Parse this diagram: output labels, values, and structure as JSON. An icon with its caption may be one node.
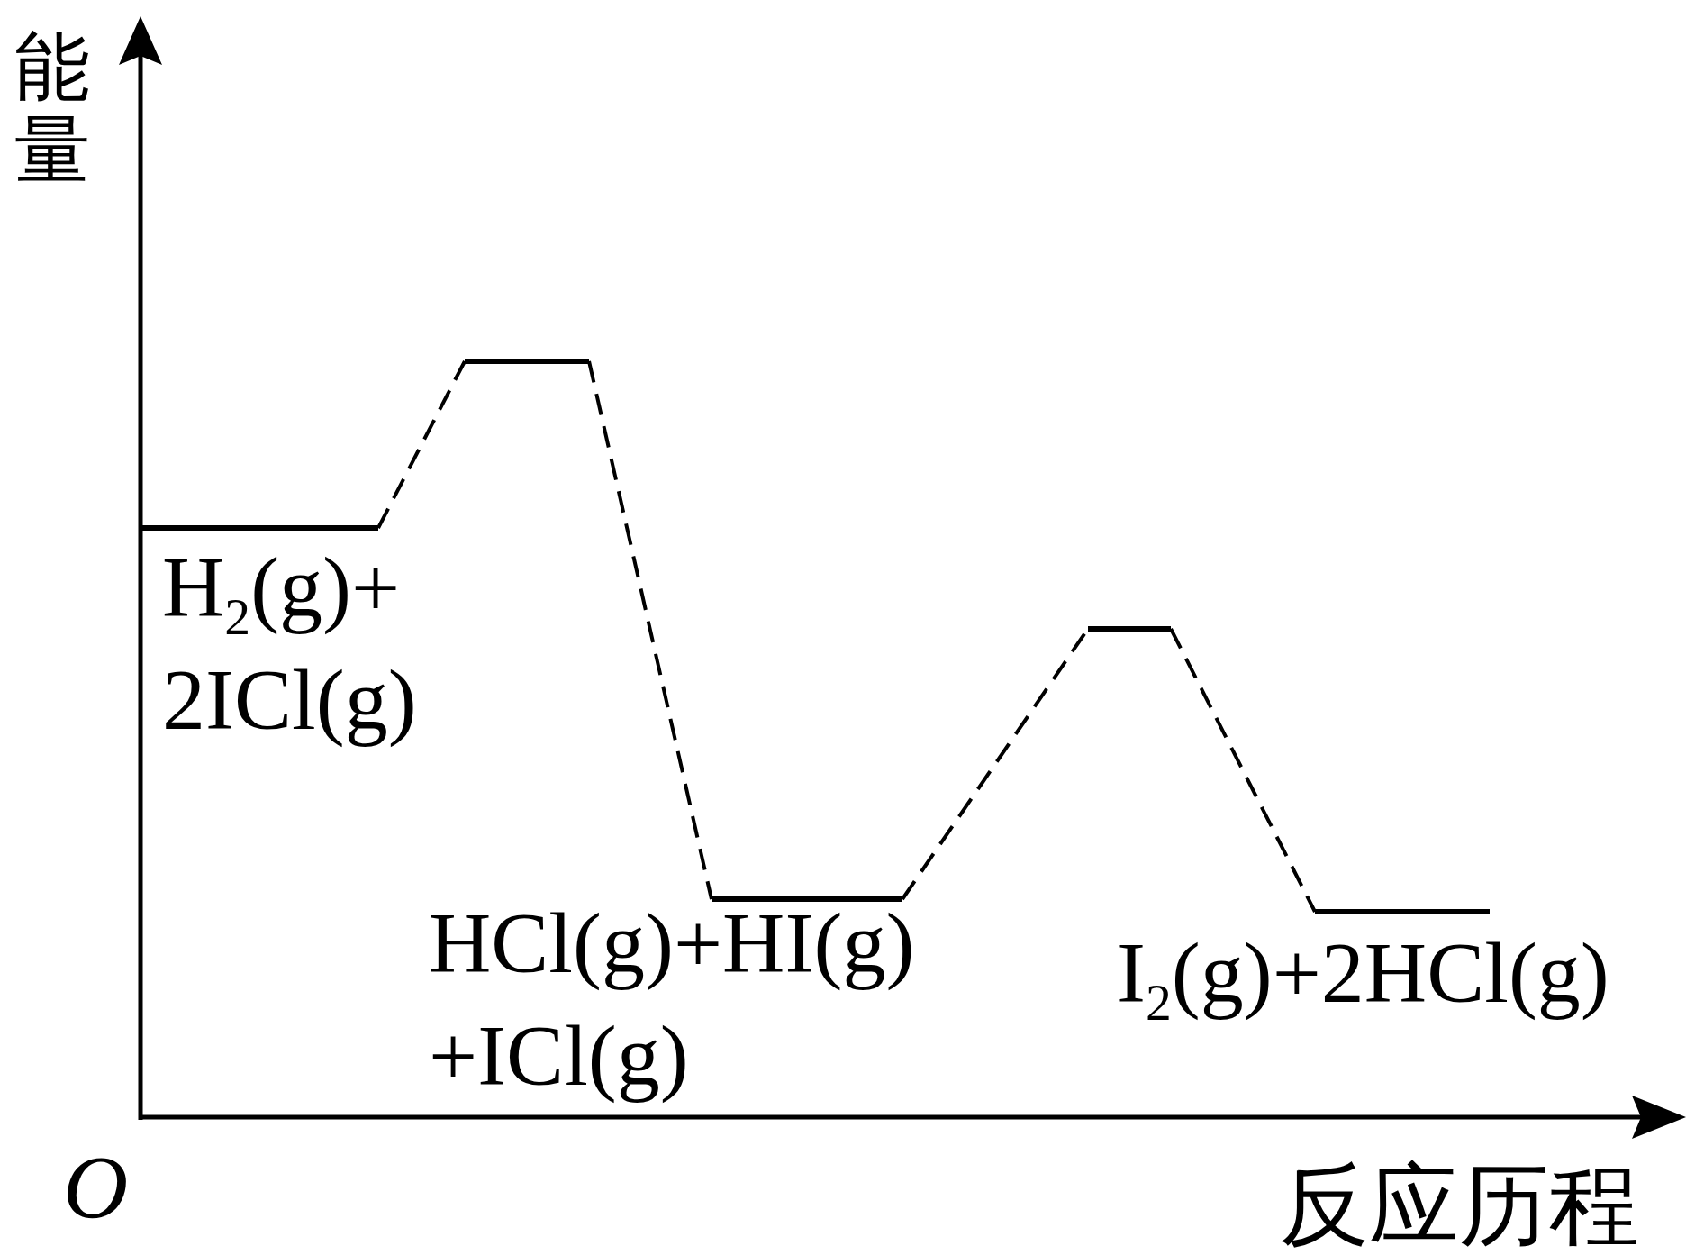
{
  "diagram": {
    "nodes": [
      {
        "text": [
          "H$_{2}$(g)+ 2ICl(g)"
        ]
      },
      {
        "text": [],
        "shape": "bar"
      },
      {
        "text": [
          "HCl(g)+HI(g) +ICl(g)"
        ]
      },
      {
        "text": [],
        "shape": "bar"
      },
      {
        "text": [
          "I$_{2}$(g)+2HCl(g)"
        ]
      }
    ],
    "edges": [
      {
        "from": 0,
        "to": 1,
        "arrow": "none",
        "style": "dashed"
      },
      {
        "from": 1,
        "to": 2,
        "arrow": "none",
        "style": "dashed"
      },
      {
        "from": 2,
        "to": 3,
        "arrow": "none",
        "style": "dashed"
      },
      {
        "from": 3,
        "to": 4,
        "arrow": "none",
        "style": "dashed"
      }
    ],
    "labels": [
      "能量",
      "O",
      "反应历程"
    ]
  }
}
